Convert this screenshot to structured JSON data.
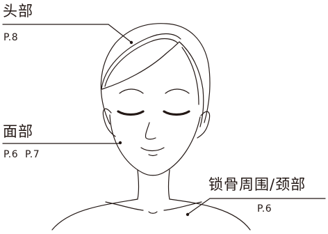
{
  "colors": {
    "ink": "#231815",
    "background": "#ffffff"
  },
  "labels": {
    "head": {
      "title": "头部",
      "pages": "P.8"
    },
    "face": {
      "title": "面部",
      "pages": "P.6  P.7"
    },
    "neck": {
      "title": "锁骨周围/颈部",
      "pages": "P.6"
    }
  }
}
